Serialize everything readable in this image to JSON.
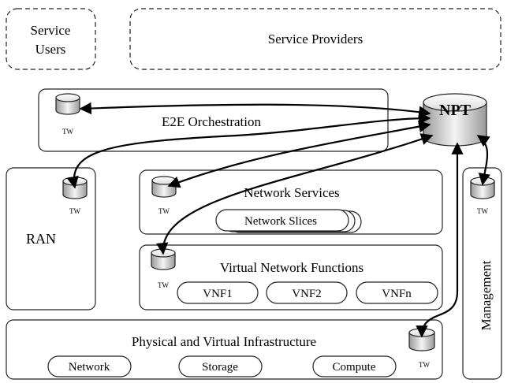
{
  "top": {
    "service_users": [
      "Service",
      "Users"
    ],
    "service_providers": "Service Providers"
  },
  "e2e": {
    "label": "E2E Orchestration"
  },
  "npt": {
    "label": "NPT"
  },
  "ran": {
    "label": "RAN"
  },
  "network_services": {
    "label": "Network Services",
    "slices": "Network Slices"
  },
  "vnf": {
    "label": "Virtual Network Functions",
    "items": [
      "VNF1",
      "VNF2",
      "VNFn"
    ]
  },
  "infra": {
    "label": "Physical and Virtual Infrastructure",
    "items": [
      "Network",
      "Storage",
      "Compute"
    ]
  },
  "management": {
    "label": "Management"
  },
  "tw_label": "TW"
}
